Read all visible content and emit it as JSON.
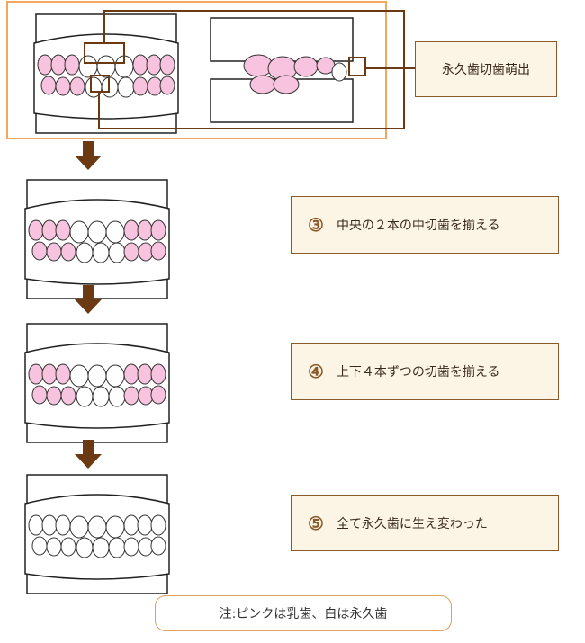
{
  "labels": {
    "eruption": "永久歯切歯萌出",
    "step3": {
      "num": "③",
      "text": "中央の２本の中切歯を揃える"
    },
    "step4": {
      "num": "④",
      "text": "上下４本ずつの切歯を揃える"
    },
    "step5": {
      "num": "⑤",
      "text": "全て永久歯に生え変わった"
    }
  },
  "note": "注:ピンクは乳歯、白は永久歯",
  "colors": {
    "baby_tooth": "#f7c3de",
    "permanent_tooth": "#ffffff",
    "arrow": "#6b3a12",
    "highlight_frame": "#f0a860",
    "connector": "#6b3a12",
    "box_fill": "#fcf5e6",
    "box_border": "#8a5a2b"
  }
}
